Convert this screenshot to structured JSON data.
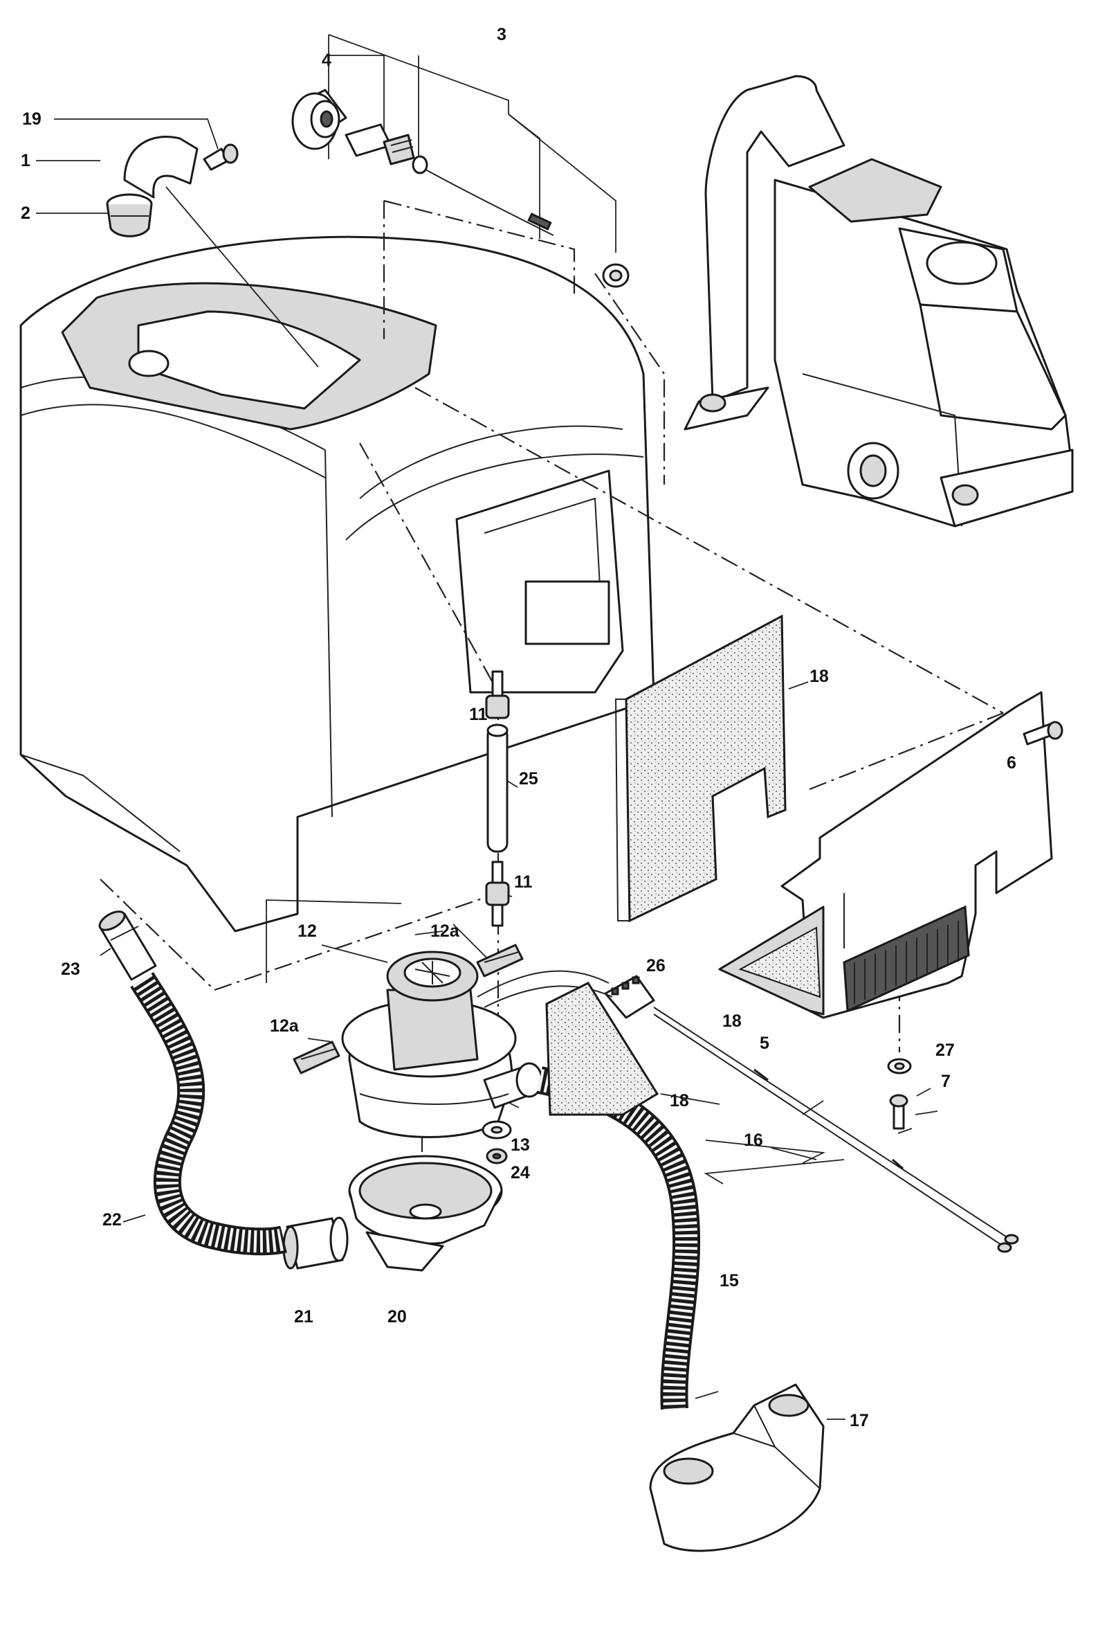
{
  "diagram": {
    "labels": {
      "p1": "1",
      "p2": "2",
      "p3": "3",
      "p4": "4",
      "p5": "5",
      "p6": "6",
      "p7": "7",
      "p11a": "11",
      "p11b": "11",
      "p12": "12",
      "p12a_top": "12a",
      "p12a_left": "12a",
      "p13": "13",
      "p15": "15",
      "p16": "16",
      "p17": "17",
      "p18a": "18",
      "p18b": "18",
      "p18c": "18",
      "p19": "19",
      "p20": "20",
      "p21": "21",
      "p22": "22",
      "p23": "23",
      "p24": "24",
      "p25": "25",
      "p26": "26",
      "p27": "27"
    }
  }
}
